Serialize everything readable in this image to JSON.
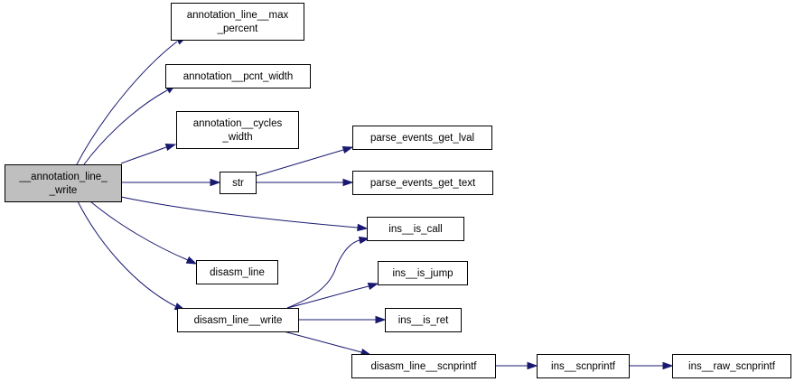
{
  "nodes": {
    "root": [
      "__annotation_line_",
      "_write"
    ],
    "max_percent": [
      "annotation_line__max",
      "_percent"
    ],
    "pcnt_width": [
      "annotation__pcnt_width"
    ],
    "cycles_width": [
      "annotation__cycles",
      "_width"
    ],
    "str": [
      "str"
    ],
    "get_lval": [
      "parse_events_get_lval"
    ],
    "get_text": [
      "parse_events_get_text"
    ],
    "is_call": [
      "ins__is_call"
    ],
    "disasm_line": [
      "disasm_line"
    ],
    "is_jump": [
      "ins__is_jump"
    ],
    "line_write": [
      "disasm_line__write"
    ],
    "is_ret": [
      "ins__is_ret"
    ],
    "line_scnprintf": [
      "disasm_line__scnprintf"
    ],
    "ins_scnprintf": [
      "ins__scnprintf"
    ],
    "raw_scnprintf": [
      "ins__raw_scnprintf"
    ]
  },
  "edges": [
    [
      "root",
      "max_percent"
    ],
    [
      "root",
      "pcnt_width"
    ],
    [
      "root",
      "cycles_width"
    ],
    [
      "root",
      "str"
    ],
    [
      "root",
      "is_call"
    ],
    [
      "root",
      "disasm_line"
    ],
    [
      "root",
      "line_write"
    ],
    [
      "str",
      "get_lval"
    ],
    [
      "str",
      "get_text"
    ],
    [
      "line_write",
      "is_call"
    ],
    [
      "line_write",
      "is_jump"
    ],
    [
      "line_write",
      "is_ret"
    ],
    [
      "line_write",
      "line_scnprintf"
    ],
    [
      "line_scnprintf",
      "ins_scnprintf"
    ],
    [
      "ins_scnprintf",
      "raw_scnprintf"
    ]
  ],
  "colors": {
    "edge": "#191970",
    "root_fill": "#bfbfbf",
    "node_fill": "#ffffff"
  }
}
